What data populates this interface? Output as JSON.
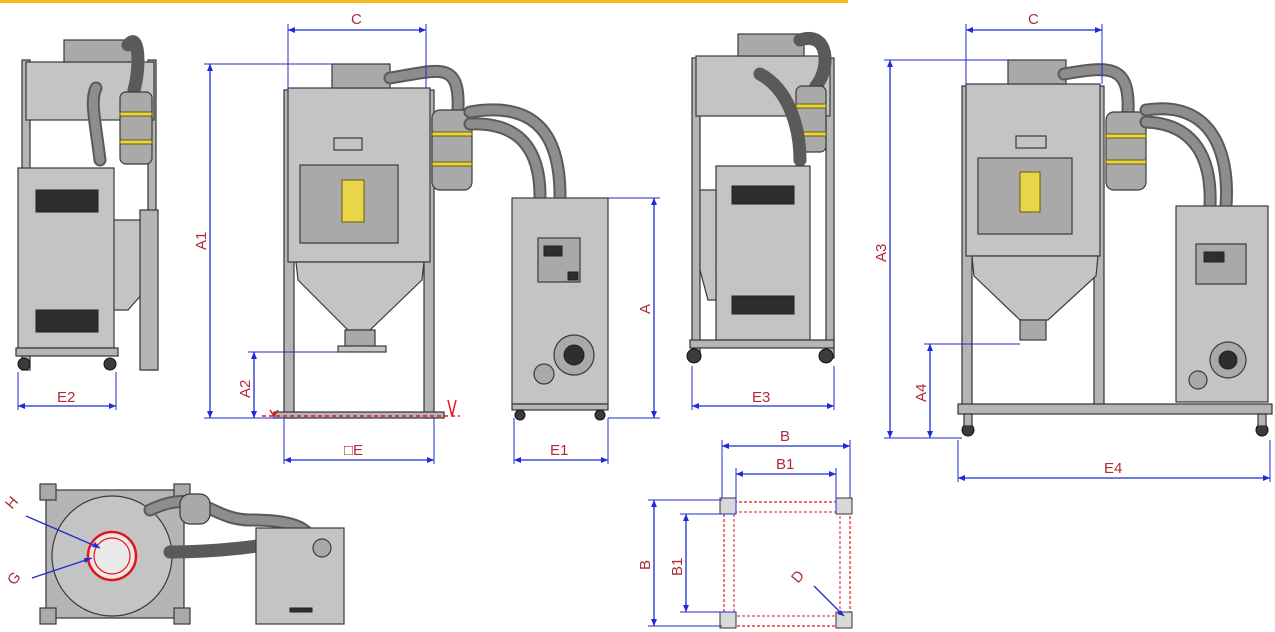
{
  "colors": {
    "dimension_line": "#1f2bd4",
    "label_text": "#b02a38",
    "footprint_red": "#e8141b",
    "top_accent": "#f3b91f",
    "machine_gray": "#a9a9a9"
  },
  "labels": {
    "c_top_left": "C",
    "a1": "A1",
    "a2": "A2",
    "a": "A",
    "square_e": "□E",
    "e1": "E1",
    "e2": "E2",
    "e3": "E3",
    "c_top_right": "C",
    "a3": "A3",
    "a4": "A4",
    "e4": "E4",
    "b_top": "B",
    "b1_top": "B1",
    "b_side": "B",
    "b1_side": "B1",
    "d": "D",
    "h": "H",
    "g": "G"
  }
}
